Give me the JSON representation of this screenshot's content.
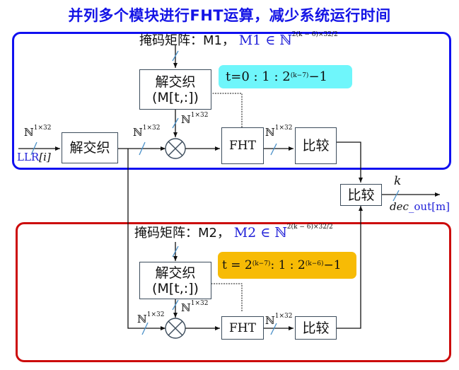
{
  "title": "并列多个模块进行FHT运算，减少系统运行时间",
  "colors": {
    "title": "#1414e6",
    "panel_top_border": "#1010f0",
    "panel_bottom_border": "#cc0a0a",
    "range_top_bg": "#6ff6fb",
    "range_bottom_bg": "#f7bb05",
    "math_blue": "#2020d8",
    "bus_slash": "#4a90c8"
  },
  "module1": {
    "mask_label": "掩码矩阵：M1，",
    "mask_math": "M1 ∈ ℕ",
    "mask_exp": "2(k − 6)×32/2",
    "deinterleave_label_line1": "解交织",
    "deinterleave_label_line2": "(M[t,:])",
    "t_range_prefix": "t=0 : 1 : 2",
    "t_range_exp": "(k−7)",
    "t_range_suffix": "−1",
    "bus_width_base": "ℕ",
    "bus_width_exp": "1×32",
    "fht_label": "FHT",
    "compare_label": "比较",
    "multiplier_icon": "circle-times-icon"
  },
  "module2": {
    "mask_label": "掩码矩阵：M2，",
    "mask_math": "M2 ∈ ℕ",
    "mask_exp": "2(k − 6)×32/2",
    "deinterleave_label_line1": "解交织",
    "deinterleave_label_line2": "(M[t,:])",
    "t_range_prefix": "t = 2",
    "t_range_exp1": "(k−7)",
    "t_range_mid": " : 1 :  2",
    "t_range_exp2": "(k−6)",
    "t_range_suffix": "−1",
    "bus_width_base": "ℕ",
    "bus_width_exp": "1×32",
    "fht_label": "FHT",
    "compare_label": "比较",
    "multiplier_icon": "circle-times-icon"
  },
  "input": {
    "signal_label": "LLR",
    "signal_index": "[i]",
    "bus_width_base": "ℕ",
    "bus_width_exp": "1×32",
    "deinterleave_label": "解交织"
  },
  "output": {
    "final_compare_label": "比较",
    "width_label": "k",
    "signal_label_italic": "dec",
    "signal_label_rest": "_out[m]"
  }
}
